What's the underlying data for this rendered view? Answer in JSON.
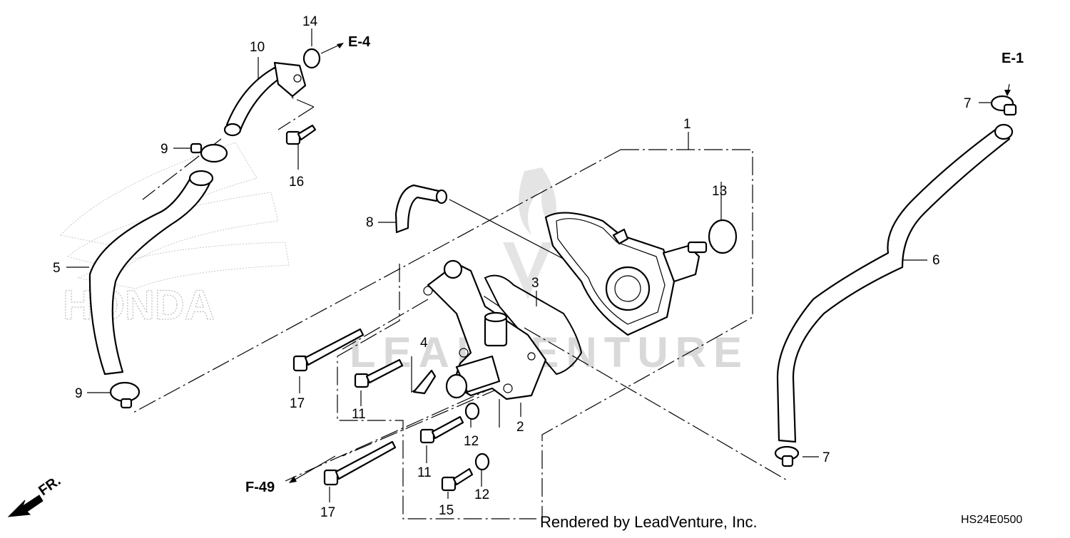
{
  "diagram": {
    "callouts": {
      "c1": "1",
      "c2": "2",
      "c3": "3",
      "c4": "4",
      "c5": "5",
      "c6": "6",
      "c7a": "7",
      "c7b": "7",
      "c8": "8",
      "c9a": "9",
      "c9b": "9",
      "c10": "10",
      "c11a": "11",
      "c11b": "11",
      "c12a": "12",
      "c12b": "12",
      "c13": "13",
      "c14": "14",
      "c15": "15",
      "c16": "16",
      "c17a": "17",
      "c17b": "17"
    },
    "refs": {
      "e4": "E-4",
      "e1": "E-1",
      "f49": "F-49",
      "fr": "FR."
    },
    "credit": "Rendered by LeadVenture, Inc.",
    "diagram_code": "HS24E0500",
    "watermark": "LEADVENTURE",
    "background_logo": "HONDA"
  }
}
